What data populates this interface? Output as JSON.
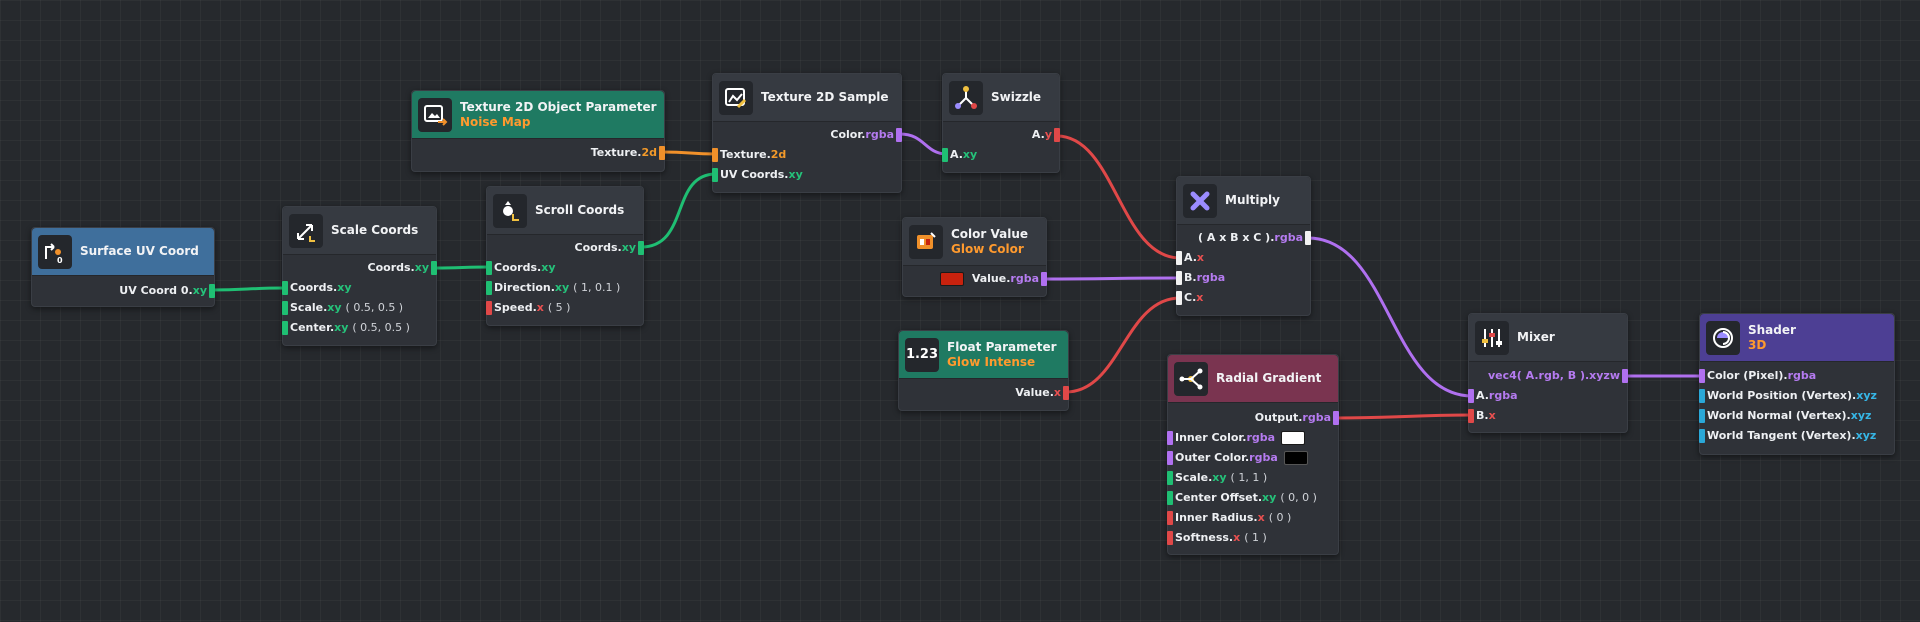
{
  "colors": {
    "background": "#26292d",
    "node_body": "#2f3238",
    "header_default": "#363a41",
    "header_surface_uv": "#3f6f9c",
    "header_parameter": "#1f7a62",
    "header_radial": "#7a3450",
    "header_shader": "#4d3f94",
    "wire_xy": "#1fbf73",
    "wire_x": "#e04848",
    "wire_rgba": "#b070f0",
    "wire_2d": "#f0902a",
    "swatch_glow": "#c8220e",
    "swatch_inner": "#ffffff",
    "swatch_outer": "#000000"
  },
  "nodes": {
    "surface_uv": {
      "title": "Surface UV Coord",
      "icon": "uv-coord-icon",
      "out": {
        "label": "UV Coord 0.",
        "sw": "xy"
      }
    },
    "scale_coords": {
      "title": "Scale Coords",
      "icon": "scale-icon",
      "out": {
        "label": "Coords.",
        "sw": "xy"
      },
      "inputs": [
        {
          "label": "Coords.",
          "sw": "xy",
          "val": ""
        },
        {
          "label": "Scale.",
          "sw": "xy",
          "val": "( 0.5, 0.5 )"
        },
        {
          "label": "Center.",
          "sw": "xy",
          "val": "( 0.5, 0.5 )"
        }
      ]
    },
    "texture_param": {
      "title": "Texture 2D Object Parameter",
      "subtitle": "Noise Map",
      "icon": "texture-param-icon",
      "out": {
        "label": "Texture.",
        "sw": "2d"
      }
    },
    "scroll_coords": {
      "title": "Scroll Coords",
      "icon": "scroll-icon",
      "out": {
        "label": "Coords.",
        "sw": "xy"
      },
      "inputs": [
        {
          "label": "Coords.",
          "sw": "xy",
          "val": ""
        },
        {
          "label": "Direction.",
          "sw": "xy",
          "val": "( 1, 0.1 )"
        },
        {
          "label": "Speed.",
          "sw": "x",
          "val": "( 5 )"
        }
      ]
    },
    "texture_sample": {
      "title": "Texture 2D Sample",
      "icon": "texture-sample-icon",
      "out": {
        "label": "Color.",
        "sw": "rgba"
      },
      "inputs": [
        {
          "label": "Texture.",
          "sw": "2d"
        },
        {
          "label": "UV Coords.",
          "sw": "xy"
        }
      ]
    },
    "swizzle": {
      "title": "Swizzle",
      "icon": "swizzle-icon",
      "out": {
        "label": "A.",
        "sw": "y"
      },
      "inputs": [
        {
          "label": "A.",
          "sw": "xy"
        }
      ]
    },
    "color_value": {
      "title": "Color Value",
      "subtitle": "Glow Color",
      "icon": "color-value-icon",
      "out": {
        "label": "Value.",
        "sw": "rgba"
      }
    },
    "float_param": {
      "title": "Float Parameter",
      "subtitle": "Glow Intense",
      "icon_text": "1.23",
      "out": {
        "label": "Value.",
        "sw": "x"
      }
    },
    "multiply": {
      "title": "Multiply",
      "icon": "multiply-icon",
      "out": {
        "label": "( A x B x C ).",
        "sw": "rgba"
      },
      "inputs": [
        {
          "label": "A.",
          "sw": "x"
        },
        {
          "label": "B.",
          "sw": "rgba"
        },
        {
          "label": "C.",
          "sw": "x"
        }
      ]
    },
    "radial": {
      "title": "Radial Gradient",
      "icon": "radial-gradient-icon",
      "out": {
        "label": "Output.",
        "sw": "rgba"
      },
      "inputs": [
        {
          "label": "Inner Color.",
          "sw": "rgba",
          "val": ""
        },
        {
          "label": "Outer Color.",
          "sw": "rgba",
          "val": ""
        },
        {
          "label": "Scale.",
          "sw": "xy",
          "val": "( 1, 1 )"
        },
        {
          "label": "Center Offset.",
          "sw": "xy",
          "val": "( 0, 0 )"
        },
        {
          "label": "Inner Radius.",
          "sw": "x",
          "val": "( 0 )"
        },
        {
          "label": "Softness.",
          "sw": "x",
          "val": "( 1 )"
        }
      ]
    },
    "mixer": {
      "title": "Mixer",
      "icon": "mixer-icon",
      "out": {
        "label": "vec4( A.rgb, B ).",
        "sw": "xyzw"
      },
      "inputs": [
        {
          "label": "A.",
          "sw": "rgba"
        },
        {
          "label": "B.",
          "sw": "x"
        }
      ]
    },
    "shader": {
      "title": "Shader",
      "subtitle": "3D",
      "icon": "shader-icon",
      "inputs": [
        {
          "label": "Color (Pixel).",
          "sw": "rgba"
        },
        {
          "label": "World Position (Vertex).",
          "sw": "xyz"
        },
        {
          "label": "World Normal (Vertex).",
          "sw": "xyz"
        },
        {
          "label": "World Tangent (Vertex).",
          "sw": "xyz"
        }
      ]
    }
  }
}
